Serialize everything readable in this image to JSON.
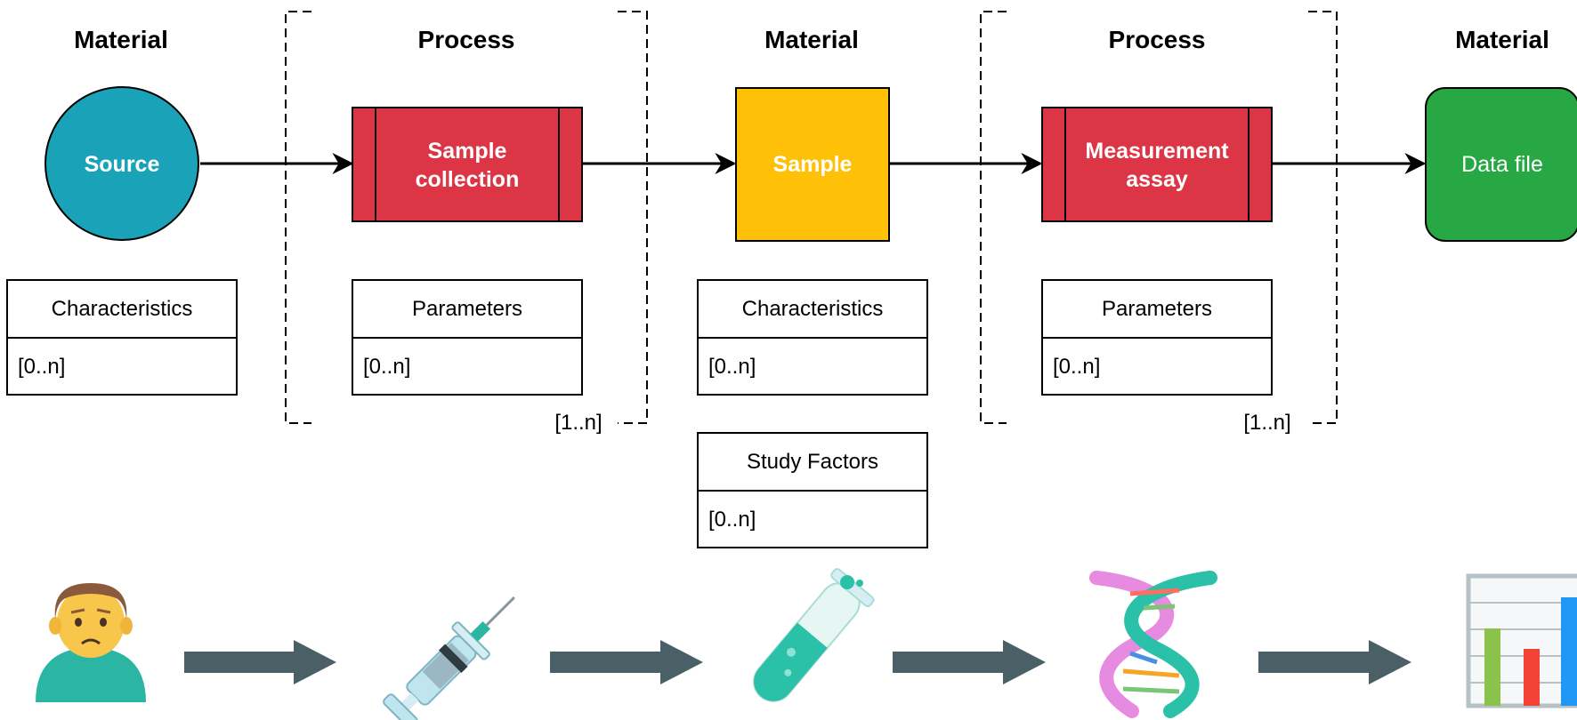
{
  "headers": {
    "material_1": "Material",
    "process_1": "Process",
    "material_2": "Material",
    "process_2": "Process",
    "material_3": "Material"
  },
  "nodes": {
    "source": "Source",
    "sample_collection_line1": "Sample",
    "sample_collection_line2": "collection",
    "sample": "Sample",
    "measurement_assay_line1": "Measurement",
    "measurement_assay_line2": "assay",
    "data_file": "Data file"
  },
  "attribute_tables": {
    "source_characteristics": {
      "title": "Characteristics",
      "cardinality": "[0..n]"
    },
    "collection_parameters": {
      "title": "Parameters",
      "cardinality": "[0..n]"
    },
    "sample_characteristics": {
      "title": "Characteristics",
      "cardinality": "[0..n]"
    },
    "sample_study_factors": {
      "title": "Study Factors",
      "cardinality": "[0..n]"
    },
    "assay_parameters": {
      "title": "Parameters",
      "cardinality": "[0..n]"
    }
  },
  "process_group_cardinality": {
    "process_1": "[1..n]",
    "process_2": "[1..n]"
  },
  "illustrations": [
    "person-icon",
    "syringe-icon",
    "test-tube-icon",
    "dna-icon",
    "bar-chart-icon"
  ],
  "colors": {
    "source": "#1aa3b8",
    "process": "#dc3545",
    "sample": "#ffc107",
    "data_file": "#28a745",
    "big_arrow": "#4a5f66"
  }
}
